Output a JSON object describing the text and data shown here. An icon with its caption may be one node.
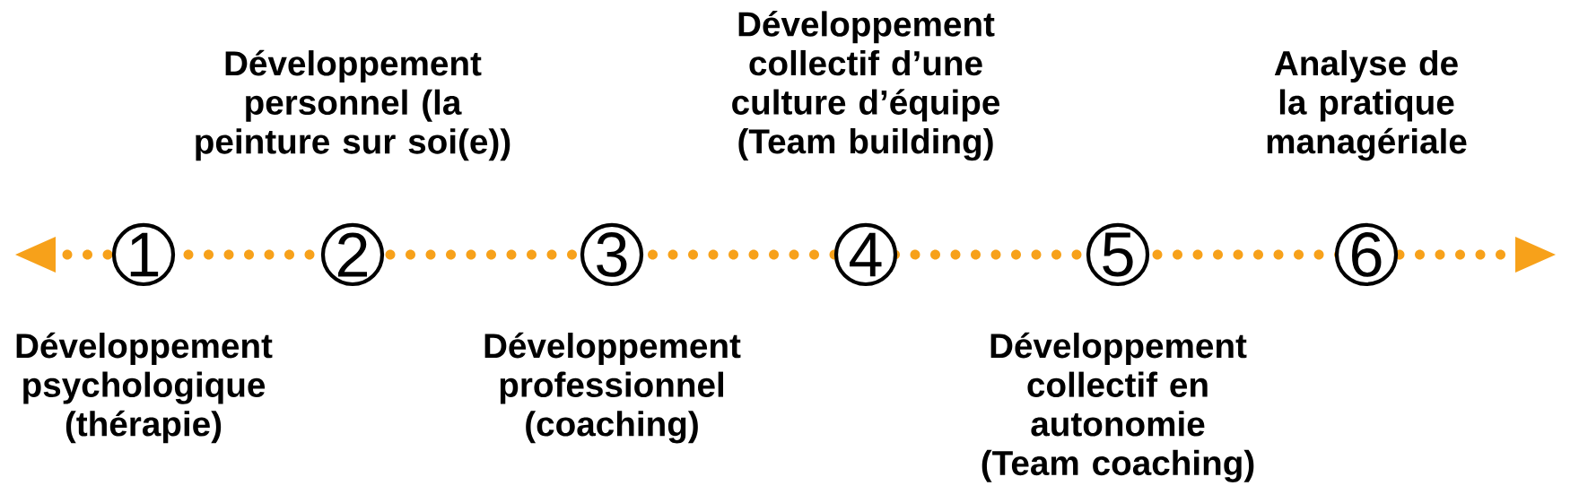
{
  "diagram": {
    "nodes": [
      {
        "text": [
          "1"
        ],
        "beside": [
          "Développement psychologique (thérapie)"
        ]
      },
      {
        "text": [
          "2"
        ],
        "beside": [
          "Développement personnel (la peinture sur soi(e))"
        ]
      },
      {
        "text": [
          "3"
        ],
        "beside": [
          "Développement professionnel (coaching)"
        ]
      },
      {
        "text": [
          "4"
        ],
        "beside": [
          "Développement collectif d’une culture d’équipe (Team building)"
        ]
      },
      {
        "text": [
          "5"
        ],
        "beside": [
          "Développement collectif en autonomie (Team coaching)"
        ]
      },
      {
        "text": [
          "6"
        ],
        "beside": [
          "Analyse de la pratique managériale"
        ]
      }
    ],
    "edges": []
  }
}
